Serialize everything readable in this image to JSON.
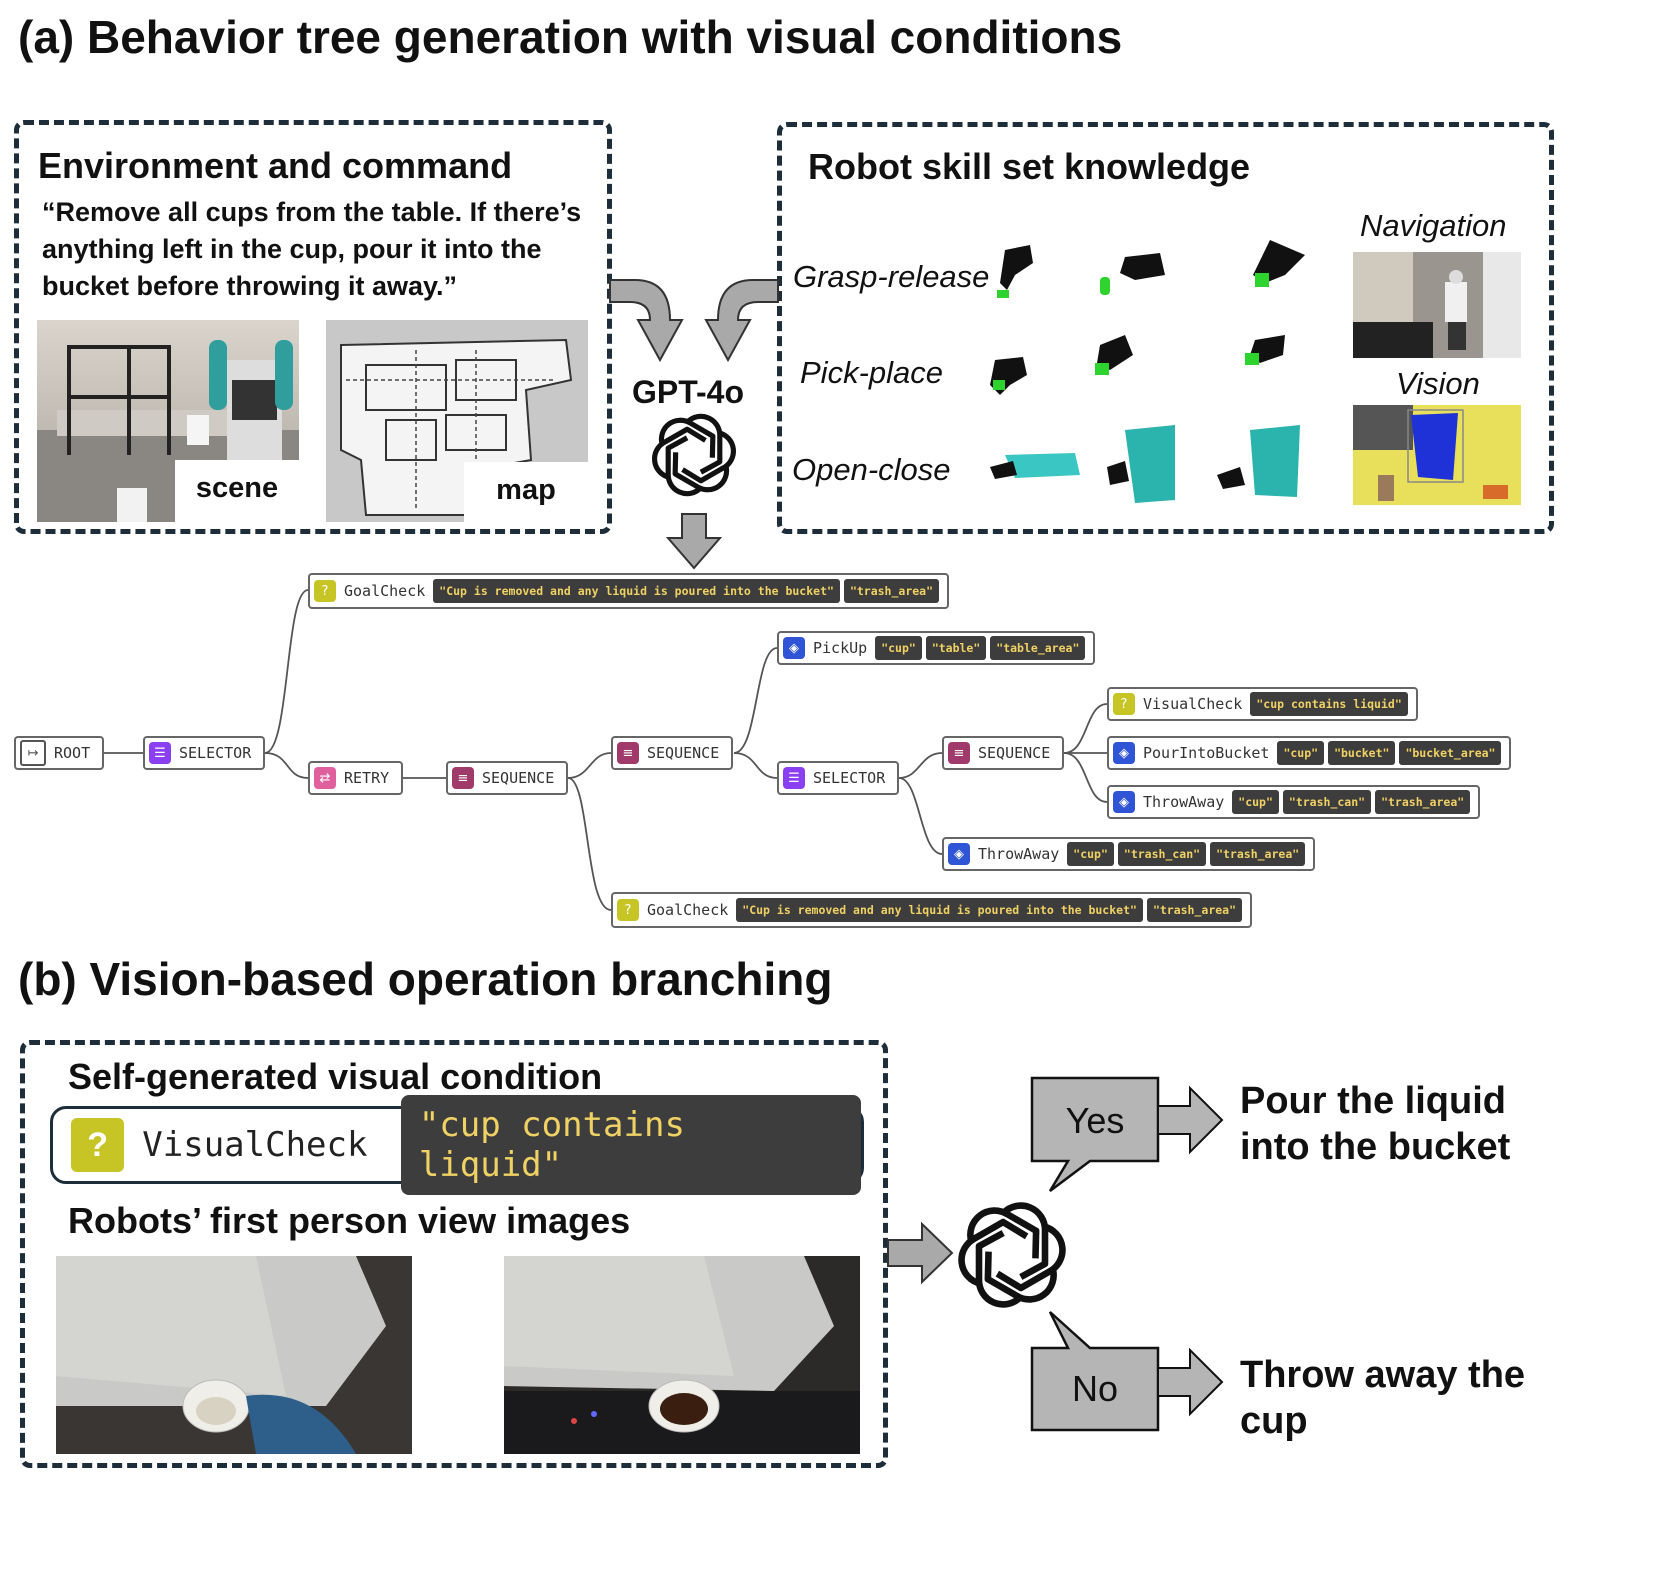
{
  "section_a": {
    "title": "(a) Behavior tree generation with visual conditions",
    "env_box": {
      "title": "Environment and command",
      "command": "“Remove all cups from the table. If there’s anything left in the cup, pour it into the bucket before throwing it away.”",
      "scene_label": "scene",
      "map_label": "map"
    },
    "skill_box": {
      "title": "Robot skill set knowledge",
      "skills": [
        "Grasp-release",
        "Pick-place",
        "Open-close"
      ],
      "navigation_label": "Navigation",
      "vision_label": "Vision"
    },
    "model_label": "GPT-4o"
  },
  "tree": {
    "root": "ROOT",
    "selector": "SELECTOR",
    "retry": "RETRY",
    "sequence": "SEQUENCE",
    "goalcheck": "GoalCheck",
    "pickup": "PickUp",
    "visualcheck": "VisualCheck",
    "pourintobucket": "PourIntoBucket",
    "throwaway": "ThrowAway",
    "p_goal": "\"Cup is removed and any liquid is poured into the bucket\"",
    "p_trash_area": "\"trash_area\"",
    "p_cup": "\"cup\"",
    "p_table": "\"table\"",
    "p_table_area": "\"table_area\"",
    "p_contains": "\"cup contains liquid\"",
    "p_bucket": "\"bucket\"",
    "p_bucket_area": "\"bucket_area\"",
    "p_trash_can": "\"trash_can\""
  },
  "section_b": {
    "title": "(b) Vision-based operation branching",
    "condition_title": "Self-generated visual condition",
    "check_label": "VisualCheck",
    "check_param": "\"cup contains liquid\"",
    "fpv_title": "Robots’ first person view images",
    "yes": "Yes",
    "no": "No",
    "yes_action": "Pour the liquid into the bucket",
    "no_action": "Throw away the cup"
  },
  "colors": {
    "dash_border": "#1e2d3a",
    "goal_icon": "#c7c526",
    "action_icon": "#2f55d6",
    "selector_icon": "#8a3ff0",
    "sequence_icon": "#a03a6a",
    "retry_icon": "#e0609e",
    "param_bg": "#3d3d3d",
    "param_text": "#f0d264",
    "arrow_gray": "#a9a9a9"
  }
}
